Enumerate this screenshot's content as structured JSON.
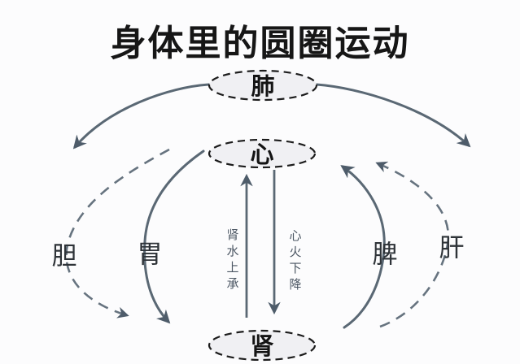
{
  "title": "身体里的圆圈运动",
  "nodes": {
    "lung": {
      "label": "肺"
    },
    "heart": {
      "label": "心"
    },
    "kidney": {
      "label": "肾"
    }
  },
  "organ_labels": {
    "gallbladder": "胆",
    "stomach": "胃",
    "spleen": "脾",
    "liver": "肝"
  },
  "flow_labels": {
    "kidney_water_ascends": "肾水上承",
    "heart_fire_descends": "心火下降"
  },
  "edges": [
    {
      "id": "lung-left-descent",
      "from": "肺",
      "direction": "down-left",
      "style": "solid"
    },
    {
      "id": "lung-right-descent",
      "from": "肺",
      "direction": "down-right",
      "style": "solid"
    },
    {
      "id": "gallbladder-descent",
      "via": "胆",
      "to": "肾",
      "style": "dashed"
    },
    {
      "id": "stomach-descent",
      "from": "心",
      "via": "胃",
      "to": "肾",
      "style": "solid"
    },
    {
      "id": "spleen-ascent",
      "from": "肾",
      "via": "脾",
      "to": "心",
      "style": "solid"
    },
    {
      "id": "liver-ascent",
      "from": "肾",
      "via": "肝",
      "to": "心",
      "style": "dashed"
    },
    {
      "id": "kidney-water-up",
      "from": "肾",
      "to": "心",
      "label": "肾水上承",
      "style": "solid"
    },
    {
      "id": "heart-fire-down",
      "from": "心",
      "to": "肾",
      "label": "心火下降",
      "style": "solid"
    }
  ],
  "colors": {
    "line": "#5a6874",
    "dashed_line": "#66737f",
    "arrowhead": "#4e5c6a",
    "node_fill": "#f0f0f3",
    "node_border": "#1c1c1c",
    "background": "#fcfcfd",
    "text": "#161616"
  }
}
